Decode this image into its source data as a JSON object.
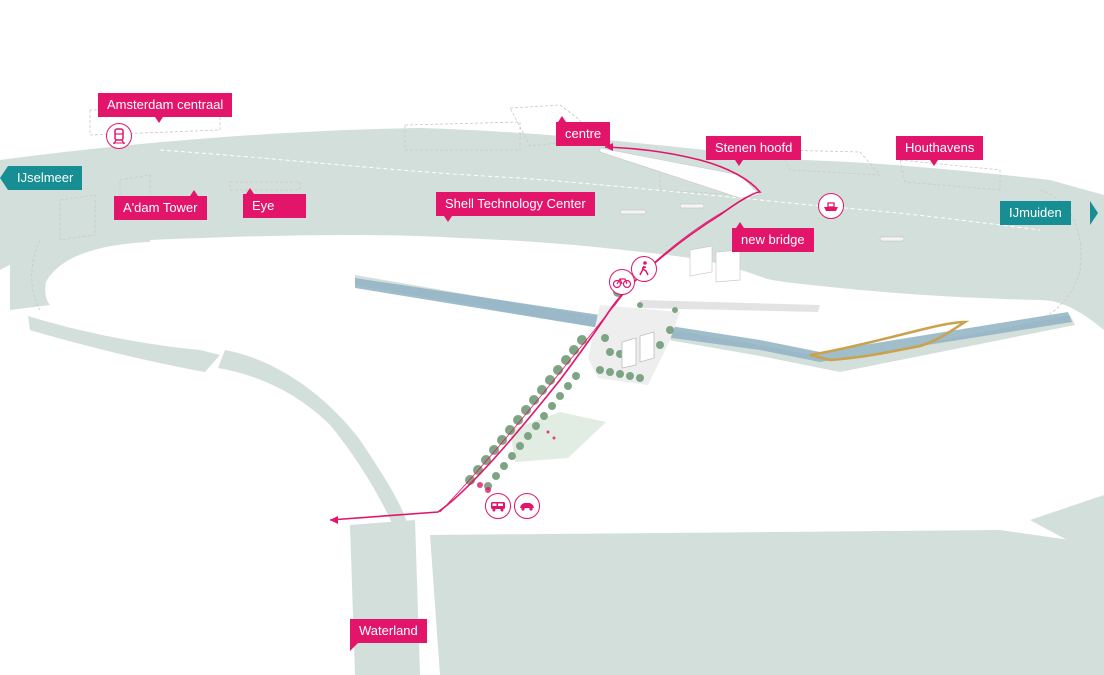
{
  "labels": {
    "amsterdam_centraal": "Amsterdam centraal",
    "centre": "centre",
    "stenen_hoofd": "Stenen hoofd",
    "houthavens": "Houthavens",
    "ijselmeer": "IJselmeer",
    "adam_tower": "A'dam Tower",
    "eye": "Eye",
    "shell_technology_center": "Shell Technology Center",
    "new_bridge": "new bridge",
    "ijmuiden": "IJmuiden",
    "waterland": "Waterland"
  },
  "icons": {
    "train": "train-icon",
    "ferry": "ferry-icon",
    "bicycle": "bicycle-icon",
    "pedestrian": "pedestrian-icon",
    "bus": "bus-icon",
    "car": "car-icon"
  },
  "colors": {
    "route": "#e2156b",
    "label_pink": "#e2156b",
    "label_teal": "#168e94",
    "water": "#d3dfdb",
    "canal": "#8fb2c3",
    "bank_ochre": "#c9a24b",
    "trees": "#7ea583",
    "park": "#e1ede2"
  }
}
